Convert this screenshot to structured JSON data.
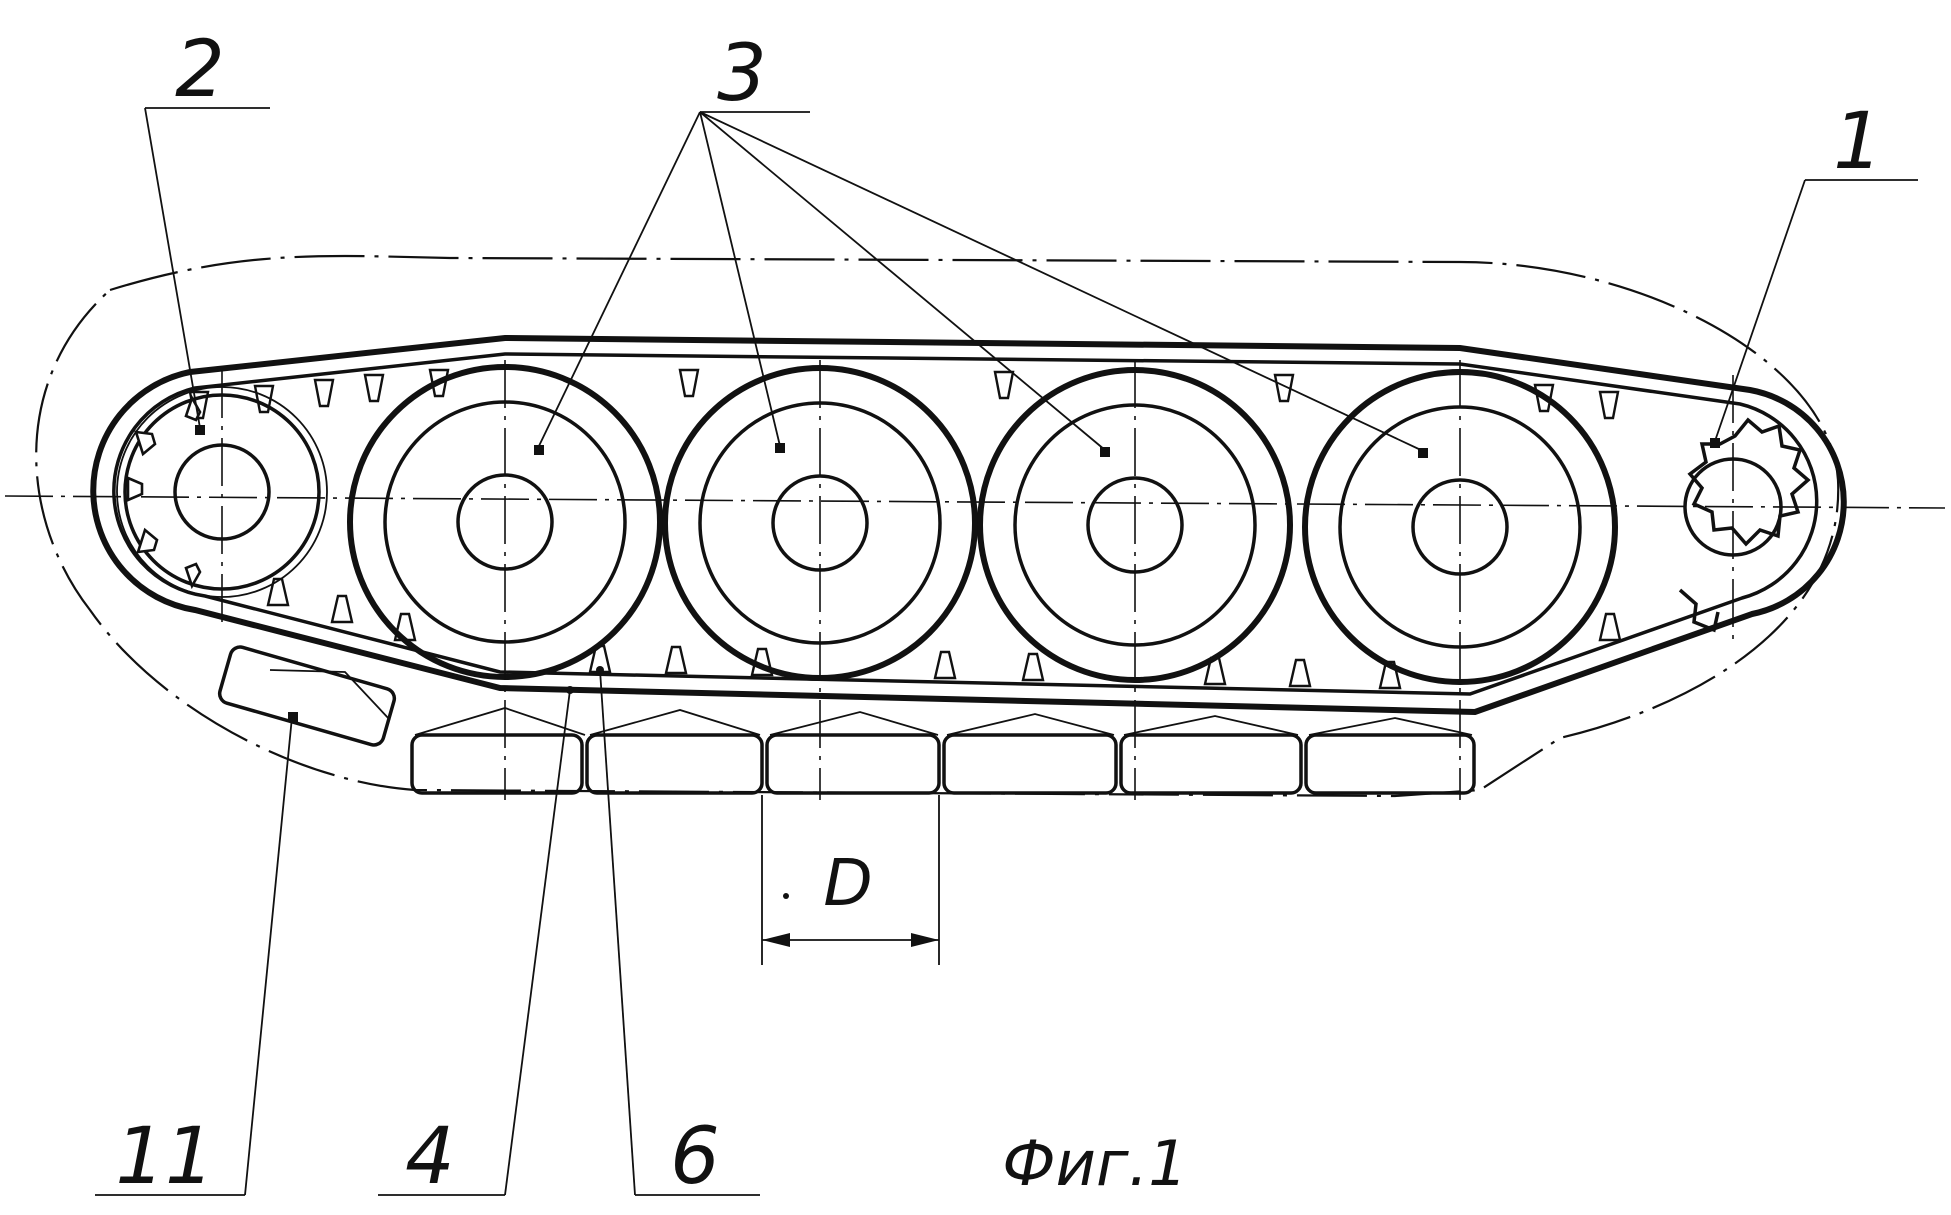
{
  "callouts": {
    "drive_sprocket": "1",
    "idler_wheel": "2",
    "road_wheels": "3",
    "track_belt": "4",
    "guide_tooth": "6",
    "track_shoe": "11"
  },
  "dimension": {
    "label": "D"
  },
  "caption": "Фиг.1"
}
